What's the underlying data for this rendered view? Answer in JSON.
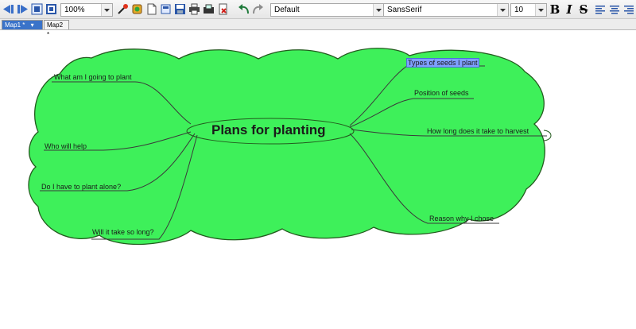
{
  "toolbar": {
    "zoom": "100%",
    "style": "Default",
    "font": "SansSerif",
    "font_size": "10",
    "bold": "B",
    "italic": "I",
    "strike": "S"
  },
  "tabs": [
    {
      "label": "Map1 *"
    },
    {
      "label": "Map2 *"
    }
  ],
  "tab_close": "×",
  "map": {
    "root": "Plans for planting",
    "cloud_color": "#3ef05a",
    "left_nodes": [
      "What am I going to plant",
      "Who will help",
      "Do I have to plant alone?",
      "Will it take so long?"
    ],
    "right_nodes": [
      "Types of seeds I plant",
      "Position of seeds",
      "How long does it take to harvest",
      "Reason why I chose"
    ]
  }
}
